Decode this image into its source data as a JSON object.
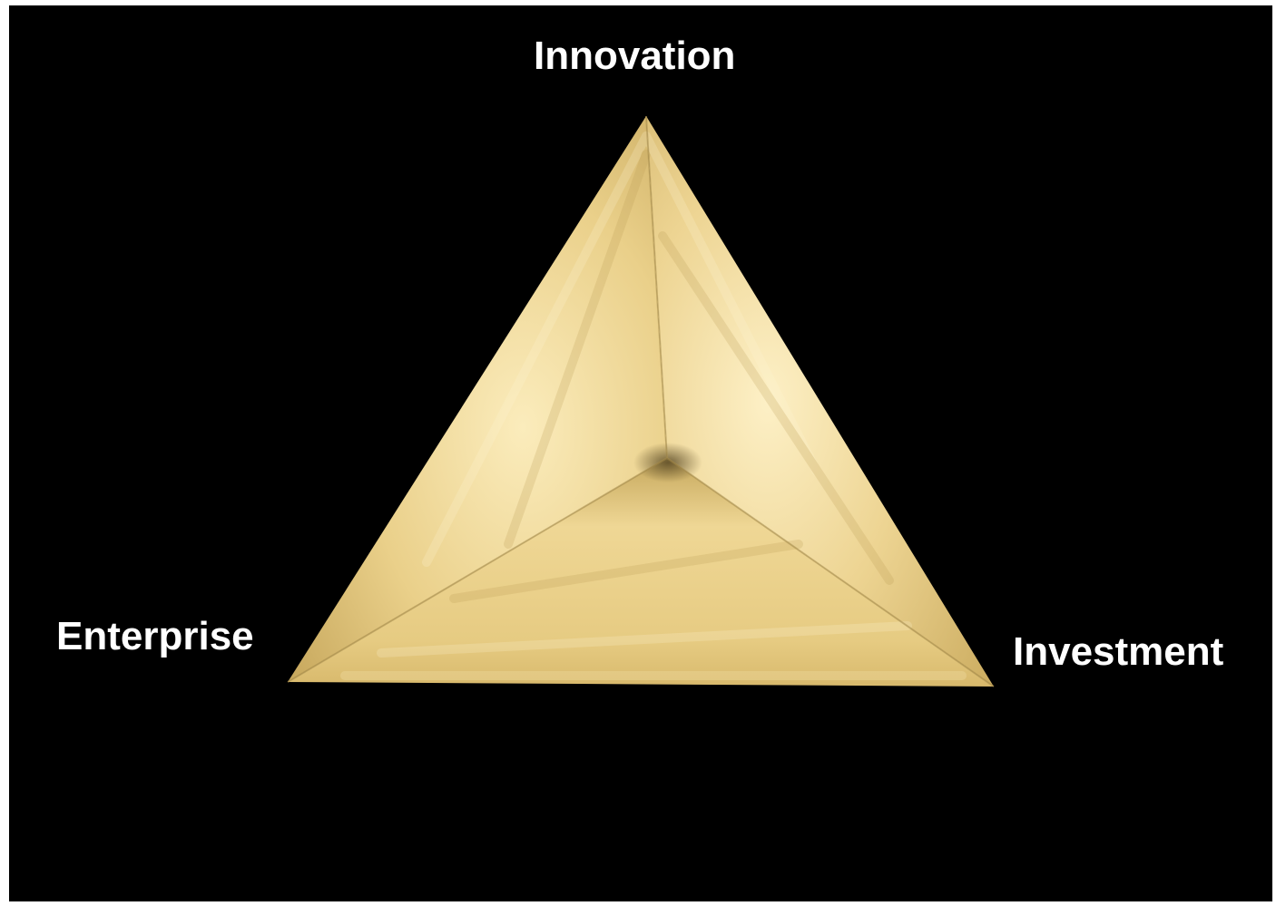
{
  "diagram": {
    "background": "#000000",
    "label_color": "#ffffff",
    "accent": "#e8cf86",
    "vertices": {
      "top": {
        "label": "Innovation"
      },
      "left": {
        "label": "Enterprise"
      },
      "right": {
        "label": "Investment"
      }
    }
  }
}
